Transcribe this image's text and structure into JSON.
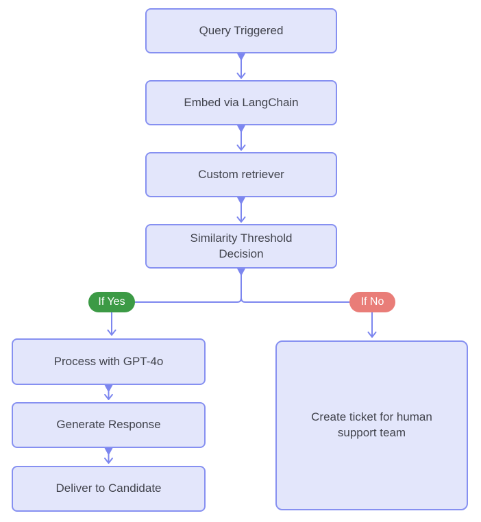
{
  "diagram": {
    "type": "flowchart",
    "nodes": {
      "query": {
        "label": "Query Triggered"
      },
      "embed": {
        "label": "Embed via LangChain"
      },
      "retriever": {
        "label": "Custom retriever"
      },
      "decision": {
        "label": "Similarity Threshold Decision"
      },
      "process": {
        "label": "Process with GPT-4o"
      },
      "generate": {
        "label": "Generate Response"
      },
      "deliver": {
        "label": "Deliver to Candidate"
      },
      "ticket": {
        "label": "Create ticket for human support team"
      }
    },
    "branches": {
      "yes": {
        "label": "If Yes",
        "color": "#3c9a45"
      },
      "no": {
        "label": "If No",
        "color": "#e97d78"
      }
    },
    "edges": [
      {
        "from": "Query Triggered",
        "to": "Embed via LangChain"
      },
      {
        "from": "Embed via LangChain",
        "to": "Custom retriever"
      },
      {
        "from": "Custom retriever",
        "to": "Similarity Threshold Decision"
      },
      {
        "from": "Similarity Threshold Decision",
        "to": "Process with GPT-4o",
        "condition": "If Yes"
      },
      {
        "from": "Similarity Threshold Decision",
        "to": "Create ticket for human support team",
        "condition": "If No"
      },
      {
        "from": "Process with GPT-4o",
        "to": "Generate Response"
      },
      {
        "from": "Generate Response",
        "to": "Deliver to Candidate"
      }
    ],
    "colors": {
      "node_fill": "#e3e6fb",
      "node_border": "#8690f1",
      "connector": "#7c86ef",
      "text": "#41434c",
      "background": "#ffffff"
    }
  }
}
